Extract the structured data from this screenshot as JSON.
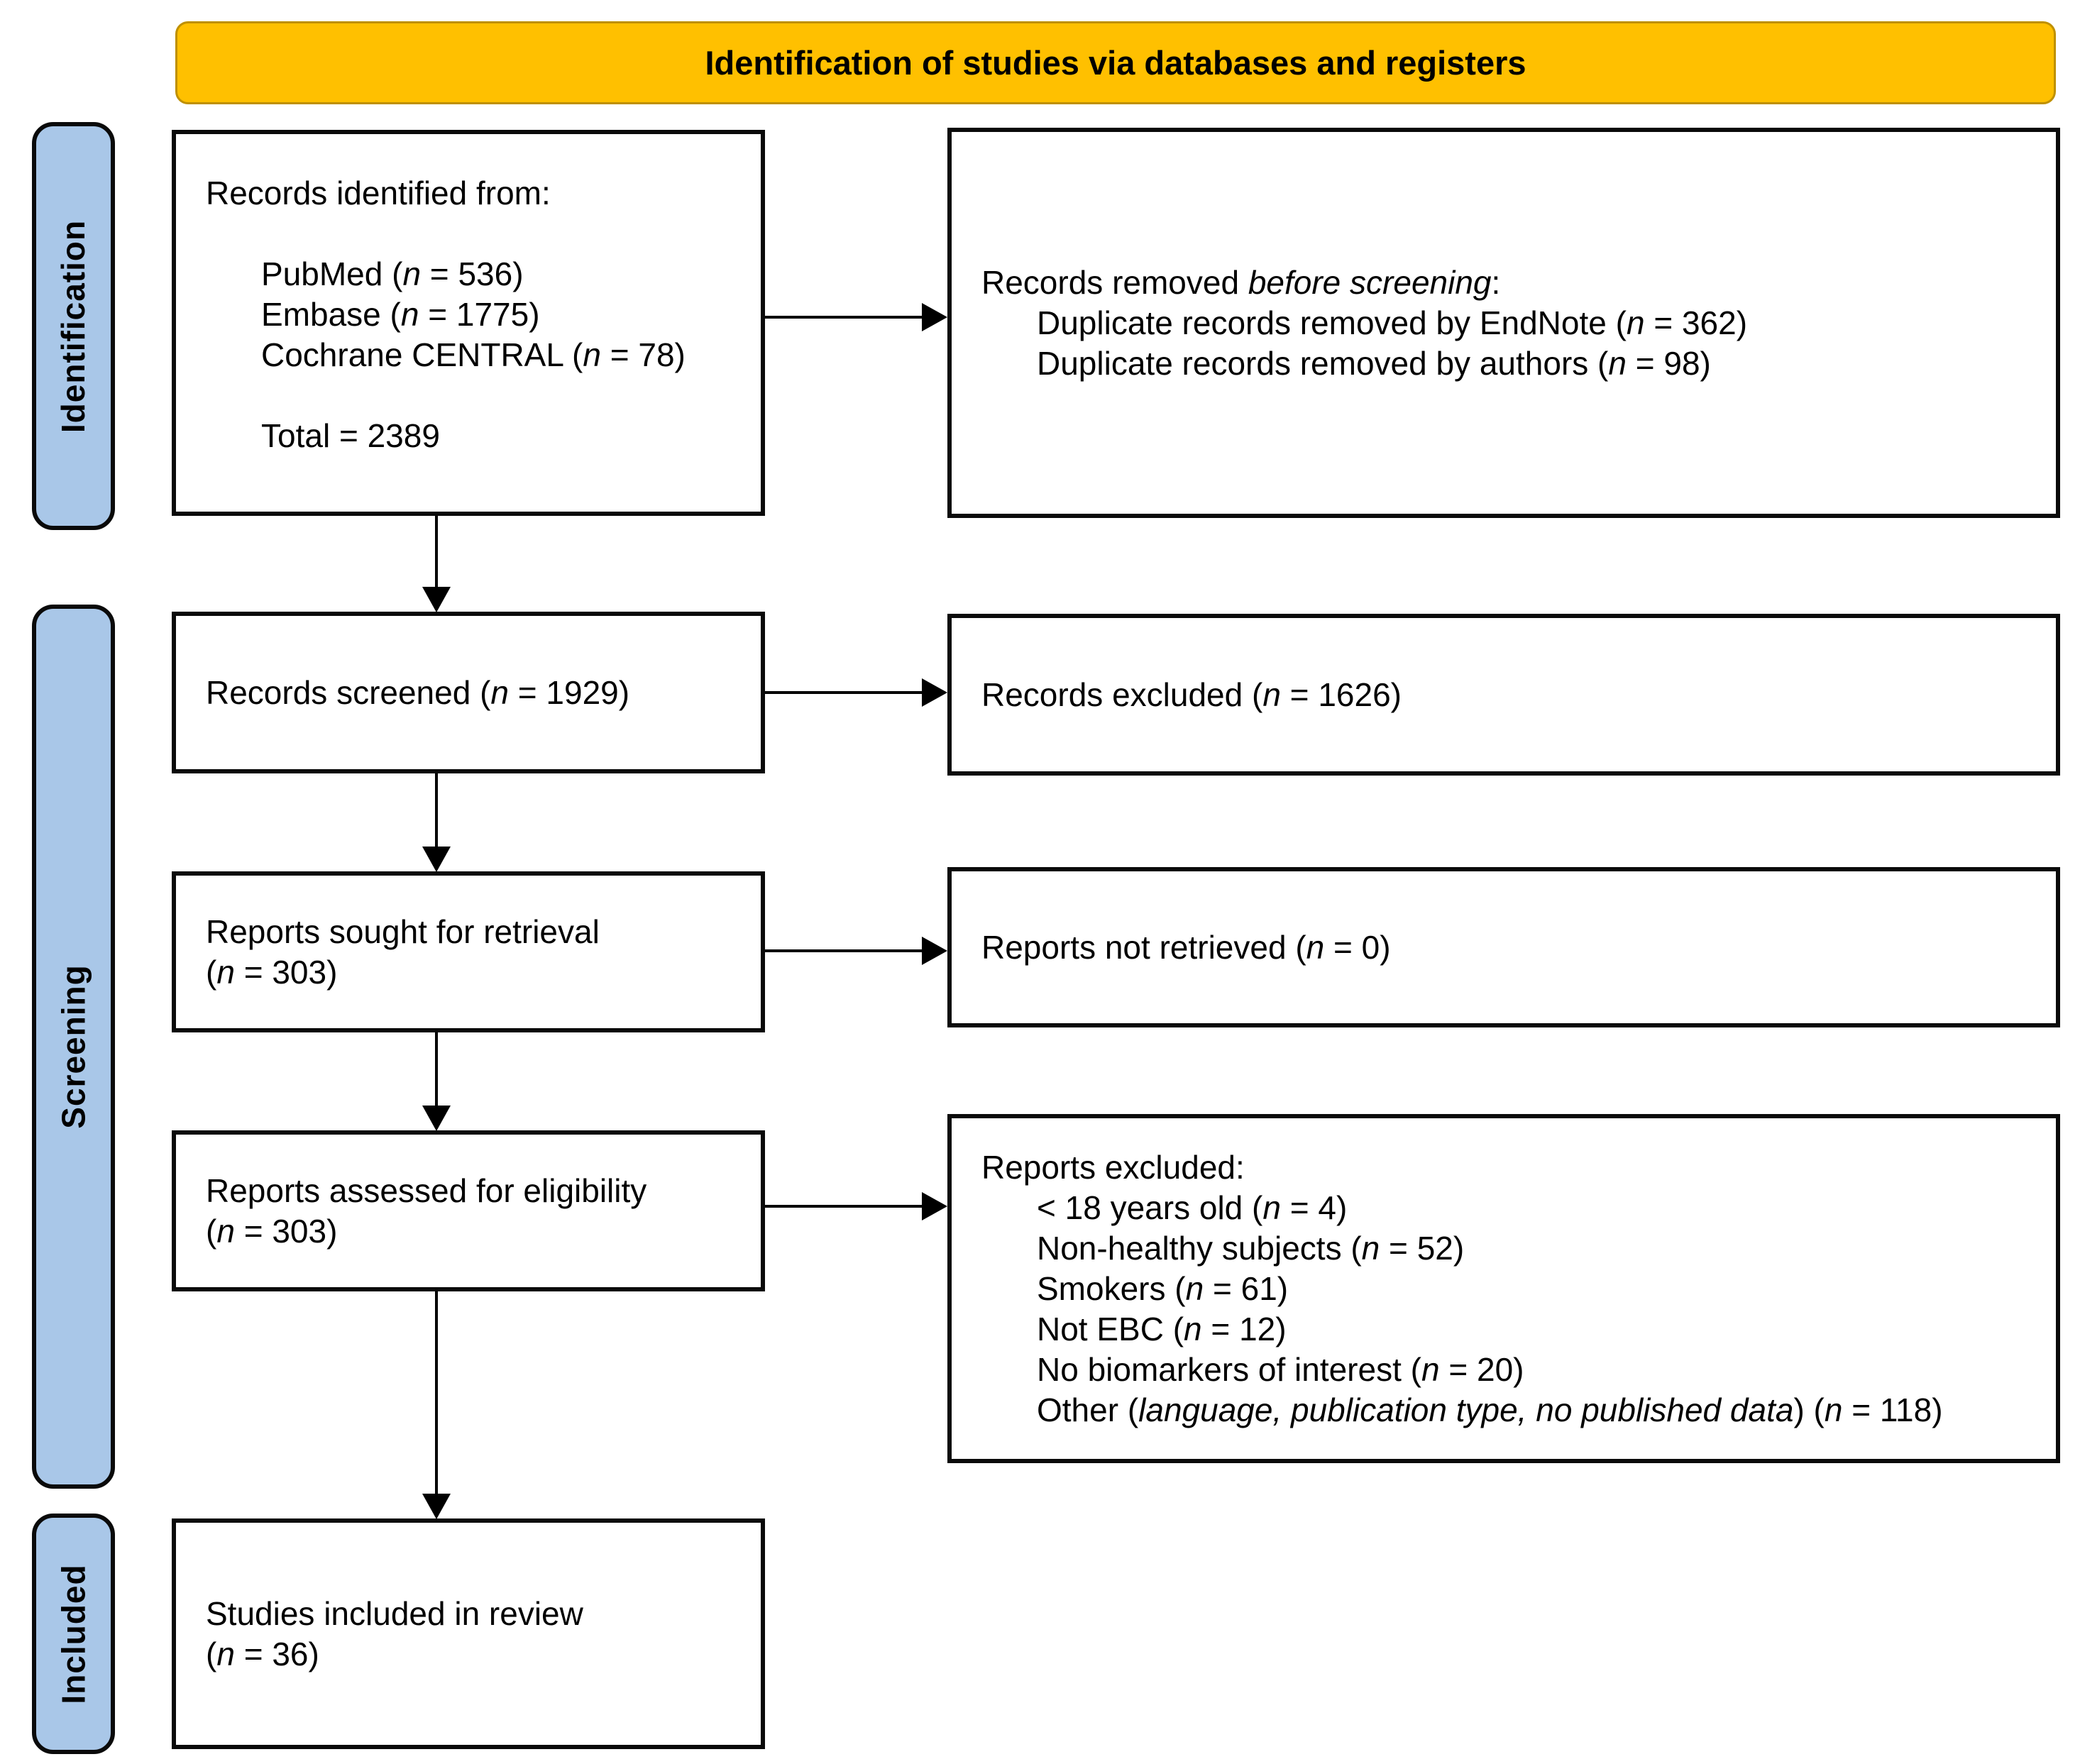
{
  "banner": {
    "label": "Identification of studies via databases and registers"
  },
  "sidebar": {
    "items": [
      {
        "id": "identification",
        "label": "Identification"
      },
      {
        "id": "screening",
        "label": "Screening"
      },
      {
        "id": "included",
        "label": "Included"
      }
    ]
  },
  "colors": {
    "banner_fill": "#FFC000",
    "banner_border": "#BF9000",
    "stage_fill": "#A9C7E8",
    "box_border": "#0A0A0A",
    "background": "#FFFFFF"
  },
  "boxes": {
    "records_identified": {
      "lines": [
        {
          "ind": 0,
          "segs": [
            [
              "Records identified from:",
              0
            ]
          ]
        },
        {
          "ind": 0,
          "segs": [
            [
              "",
              0
            ]
          ]
        },
        {
          "ind": 1,
          "segs": [
            [
              "PubMed (",
              0
            ],
            [
              "n",
              1
            ],
            [
              " = 536)",
              0
            ]
          ]
        },
        {
          "ind": 1,
          "segs": [
            [
              "Embase (",
              0
            ],
            [
              "n",
              1
            ],
            [
              " = 1775)",
              0
            ]
          ]
        },
        {
          "ind": 1,
          "segs": [
            [
              "Cochrane CENTRAL (",
              0
            ],
            [
              "n",
              1
            ],
            [
              " = 78)",
              0
            ]
          ]
        },
        {
          "ind": 0,
          "segs": [
            [
              "",
              0
            ]
          ]
        },
        {
          "ind": 1,
          "segs": [
            [
              "Total = 2389",
              0
            ]
          ]
        }
      ]
    },
    "records_removed": {
      "lines": [
        {
          "ind": 0,
          "segs": [
            [
              "Records removed ",
              0
            ],
            [
              "before screening",
              1
            ],
            [
              ":",
              0
            ]
          ]
        },
        {
          "ind": 1,
          "segs": [
            [
              "Duplicate records removed by EndNote (",
              0
            ],
            [
              "n",
              1
            ],
            [
              " = 362)",
              0
            ]
          ]
        },
        {
          "ind": 1,
          "segs": [
            [
              "Duplicate records removed by authors (",
              0
            ],
            [
              "n",
              1
            ],
            [
              " = 98)",
              0
            ]
          ]
        }
      ]
    },
    "records_screened": {
      "lines": [
        {
          "ind": 0,
          "segs": [
            [
              "Records screened (",
              0
            ],
            [
              "n",
              1
            ],
            [
              " = 1929)",
              0
            ]
          ]
        }
      ]
    },
    "records_excluded": {
      "lines": [
        {
          "ind": 0,
          "segs": [
            [
              "Records excluded (",
              0
            ],
            [
              "n",
              1
            ],
            [
              " = 1626)",
              0
            ]
          ]
        }
      ]
    },
    "reports_sought": {
      "lines": [
        {
          "ind": 0,
          "segs": [
            [
              "Reports sought for retrieval",
              0
            ]
          ]
        },
        {
          "ind": 0,
          "segs": [
            [
              "(",
              0
            ],
            [
              "n",
              1
            ],
            [
              " = 303)",
              0
            ]
          ]
        }
      ]
    },
    "reports_not_retrieved": {
      "lines": [
        {
          "ind": 0,
          "segs": [
            [
              "Reports not retrieved (",
              0
            ],
            [
              "n",
              1
            ],
            [
              " = 0)",
              0
            ]
          ]
        }
      ]
    },
    "reports_assessed": {
      "lines": [
        {
          "ind": 0,
          "segs": [
            [
              "Reports assessed for eligibility",
              0
            ]
          ]
        },
        {
          "ind": 0,
          "segs": [
            [
              "(",
              0
            ],
            [
              "n",
              1
            ],
            [
              " = 303)",
              0
            ]
          ]
        }
      ]
    },
    "reports_excluded": {
      "lines": [
        {
          "ind": 0,
          "segs": [
            [
              "Reports excluded:",
              0
            ]
          ]
        },
        {
          "ind": 1,
          "segs": [
            [
              "< 18 years old (",
              0
            ],
            [
              "n",
              1
            ],
            [
              " = 4)",
              0
            ]
          ]
        },
        {
          "ind": 1,
          "segs": [
            [
              "Non-healthy subjects (",
              0
            ],
            [
              "n",
              1
            ],
            [
              " = 52)",
              0
            ]
          ]
        },
        {
          "ind": 1,
          "segs": [
            [
              "Smokers (",
              0
            ],
            [
              "n",
              1
            ],
            [
              " = 61)",
              0
            ]
          ]
        },
        {
          "ind": 1,
          "segs": [
            [
              "Not EBC (",
              0
            ],
            [
              "n",
              1
            ],
            [
              " = 12)",
              0
            ]
          ]
        },
        {
          "ind": 1,
          "segs": [
            [
              "No biomarkers of interest (",
              0
            ],
            [
              "n",
              1
            ],
            [
              " = 20)",
              0
            ]
          ]
        },
        {
          "ind": 1,
          "segs": [
            [
              "Other (",
              0
            ],
            [
              "language, publication type, no published data",
              1
            ],
            [
              ") (",
              0
            ],
            [
              "n",
              1
            ],
            [
              " = 118)",
              0
            ]
          ]
        }
      ]
    },
    "studies_included": {
      "lines": [
        {
          "ind": 0,
          "segs": [
            [
              "Studies included in review",
              0
            ]
          ]
        },
        {
          "ind": 0,
          "segs": [
            [
              "(",
              0
            ],
            [
              "n",
              1
            ],
            [
              " = 36)",
              0
            ]
          ]
        }
      ]
    }
  }
}
